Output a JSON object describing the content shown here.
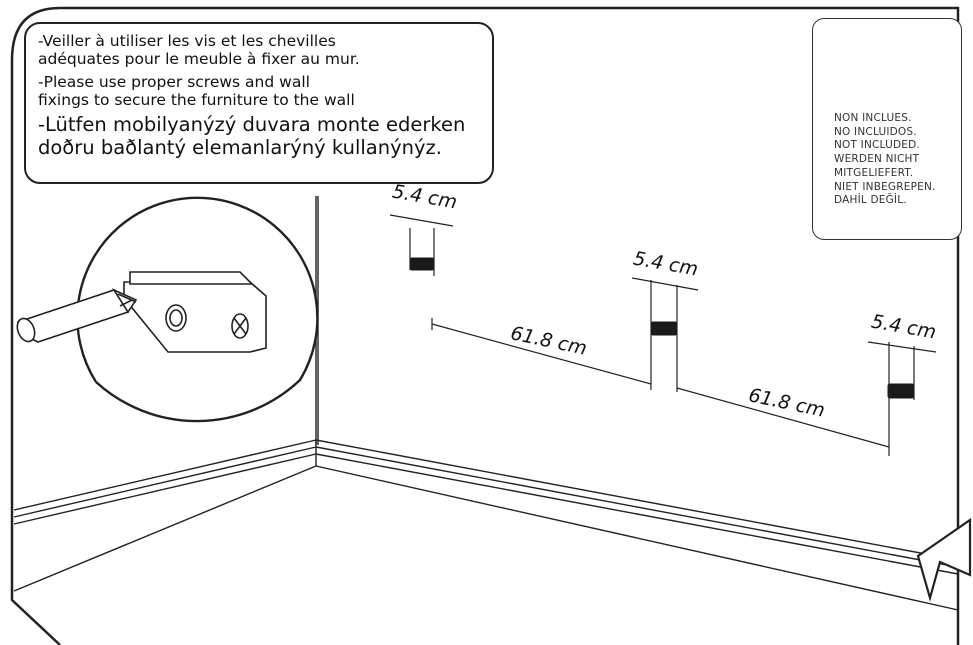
{
  "instructions": {
    "fr": "-Veiller à utiliser les vis et les chevilles\n  adéquates pour le meuble à fixer au mur.",
    "en": "-Please use proper screws and wall\nfixings to secure the furniture to the wall",
    "tr": "-Lütfen mobilyanýzý duvara monte ederken\ndoðru baðlantý elemanlarýný kullanýnýz."
  },
  "hardware_note": {
    "items": [
      "NON INCLUES.",
      "NO INCLUIDOS.",
      "NOT INCLUDED.",
      "WERDEN NICHT",
      "MITGELIEFERT.",
      "NIET INBEGREPEN.",
      "DAHİL DEĞİL."
    ],
    "icons": [
      "wall-plug-icon",
      "screw-icon"
    ]
  },
  "dimensions": {
    "bracket_width_1": "5.4 cm",
    "bracket_width_2": "5.4 cm",
    "bracket_width_3": "5.4 cm",
    "spacing_1": "61.8 cm",
    "spacing_2": "61.8 cm"
  },
  "icons": [
    "screwdriver-icon",
    "wall-bracket-icon",
    "arrow-icon"
  ],
  "colors": {
    "line": "#222222",
    "background": "#ffffff"
  }
}
